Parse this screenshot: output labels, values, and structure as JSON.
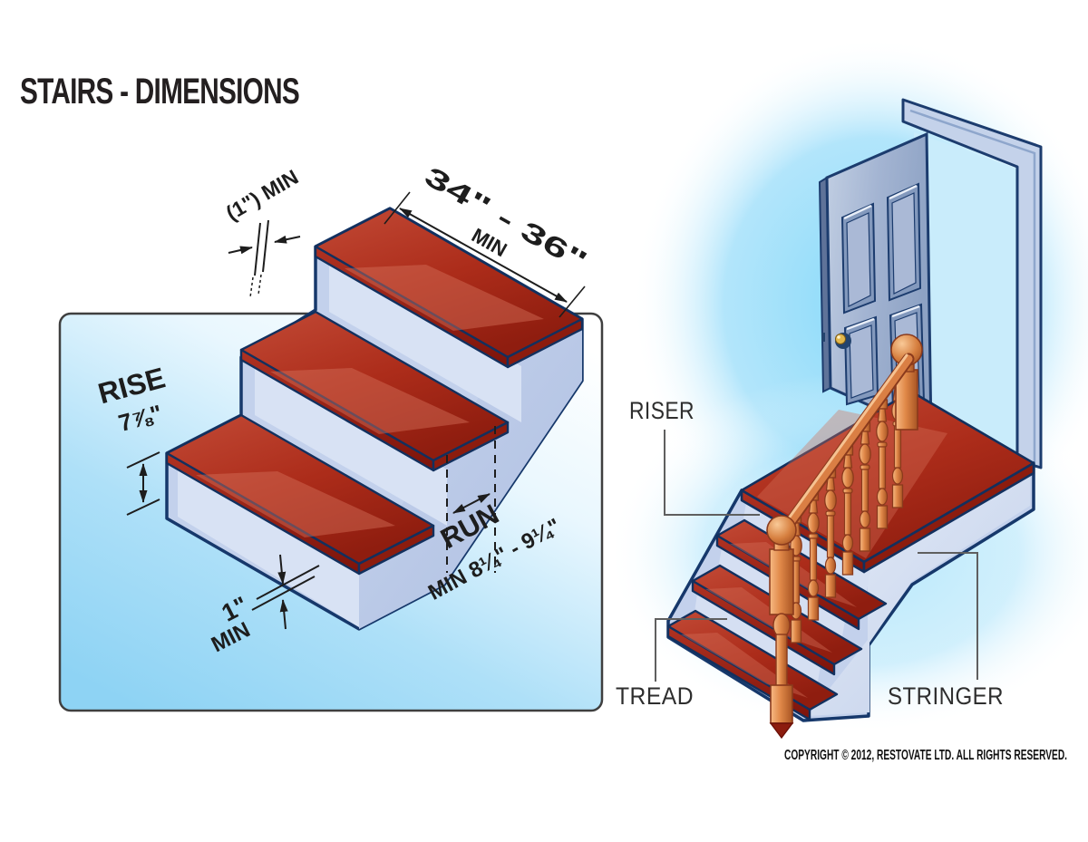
{
  "title": "STAIRS - DIMENSIONS",
  "left_diagram": {
    "nosing_top_label": "(1\") MIN",
    "width_value": "34\" - 36\"",
    "width_min": "MIN",
    "rise_label": "RISE",
    "rise_value": "7⅞\"",
    "run_label": "RUN",
    "run_range": "MIN 8¼\" - 9¼\"",
    "nosing_value": "1\"",
    "nosing_min": "MIN"
  },
  "right_diagram": {
    "riser_label": "RISER",
    "tread_label": "TREAD",
    "stringer_label": "STRINGER"
  },
  "footer": {
    "copyright": "COPYRIGHT © 2012, RESTOVATE LTD. ALL RIGHTS RESERVED."
  },
  "colors": {
    "tread_red": "#b23222",
    "riser_blue": "#ccd9ef",
    "outline_navy": "#16386b",
    "wood_copper": "#da7f44",
    "glow_blue": "#86d9f9",
    "panel_blue": "#8ed3f4"
  }
}
